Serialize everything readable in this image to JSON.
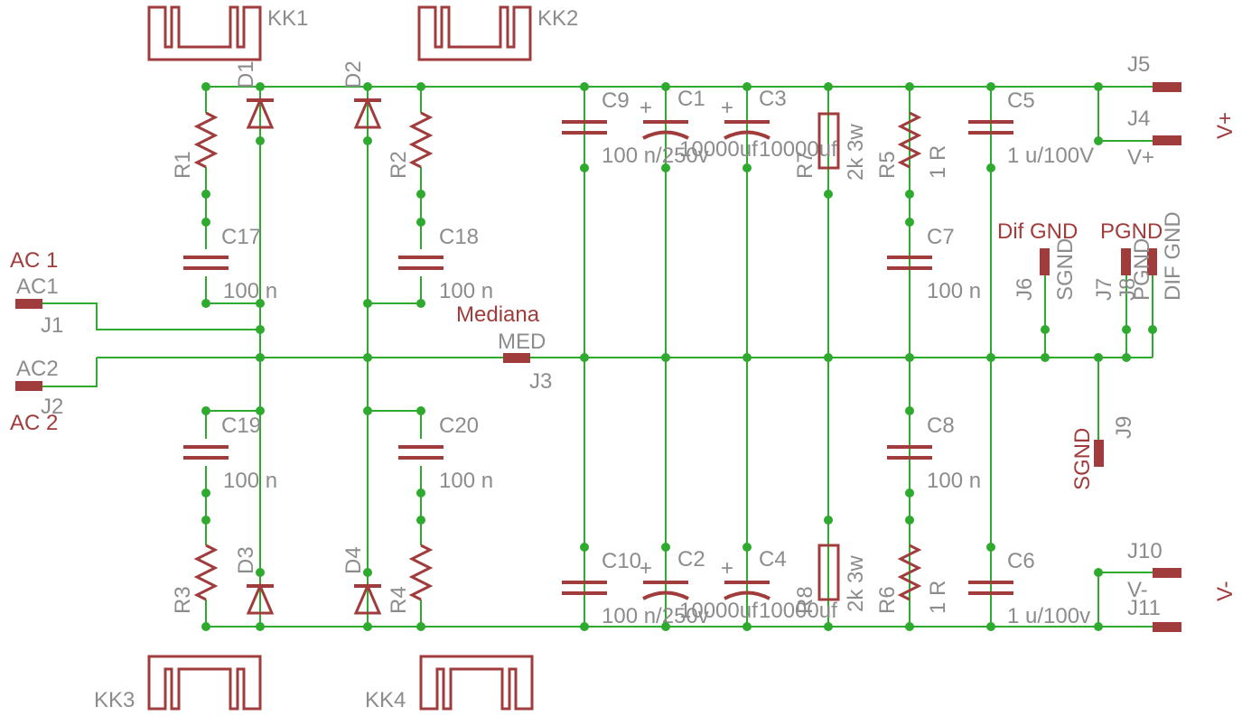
{
  "colors": {
    "wire": "#2eaa2e",
    "component": "#a03c3c",
    "label": "#8c8c8c",
    "net_label": "#a03c3c",
    "background": "#ffffff"
  },
  "heatsinks": [
    "KK1",
    "KK2",
    "KK3",
    "KK4"
  ],
  "diodes": [
    "D1",
    "D2",
    "D3",
    "D4"
  ],
  "resistors": {
    "R1": "R1",
    "R2": "R2",
    "R3": "R3",
    "R4": "R4",
    "R5": "R5",
    "R5_val": "1 R",
    "R6": "R6",
    "R6_val": "1 R",
    "R7": "R7",
    "R7_val": "2k 3w",
    "R8": "R8",
    "R8_val": "2k 3w"
  },
  "capacitors": {
    "C1": "C1",
    "C1_val": "10000uf",
    "C2": "C2",
    "C2_val": "10000uf",
    "C3": "C3",
    "C3_val": "10000uf",
    "C4": "C4",
    "C4_val": "10000uf",
    "C5": "C5",
    "C5_val": "1 u/100V",
    "C6": "C6",
    "C6_val": "1 u/100v",
    "C7": "C7",
    "C7_val": "100 n",
    "C8": "C8",
    "C8_val": "100 n",
    "C9": "C9",
    "C9_val": "100 n/250v",
    "C10": "C10",
    "C10_val": "100 n/250v",
    "C17": "C17",
    "C17_val": "100 n",
    "C18": "C18",
    "C18_val": "100 n",
    "C19": "C19",
    "C19_val": "100 n",
    "C20": "C20",
    "C20_val": "100 n"
  },
  "connectors": {
    "J1": "J1",
    "J1_pin": "AC1",
    "J2": "J2",
    "J2_pin": "AC2",
    "J3": "J3",
    "J3_pin": "MED",
    "J4": "J4",
    "J4_pin": "V+",
    "J5": "J5",
    "J6": "J6",
    "J6_pin": "SGND",
    "J7": "J7",
    "J7_pin": "PGND",
    "J8": "J8",
    "J8_pin": "DIF GND",
    "J9": "J9",
    "J10": "J10",
    "J10_pin": "V-",
    "J11": "J11"
  },
  "nets": {
    "ac1": "AC 1",
    "ac2": "AC 2",
    "mediana": "Mediana",
    "vplus": "V+",
    "vminus": "V-",
    "difgnd": "Dif GND",
    "pgnd": "PGND",
    "sgnd": "SGND"
  }
}
